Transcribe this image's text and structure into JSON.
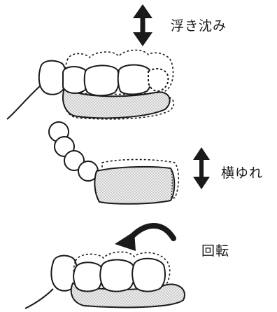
{
  "labels": {
    "vertical": "浮き沈み",
    "lateral": "横ゆれ",
    "rotation": "回転"
  },
  "colors": {
    "ink": "#1a1a1a",
    "stipple": "#d6d6d6",
    "background": "#ffffff"
  },
  "icons": {
    "vertical": "double-headed-vertical-arrow",
    "lateral": "double-headed-vertical-arrow",
    "rotation": "curved-counterclockwise-arrow"
  }
}
